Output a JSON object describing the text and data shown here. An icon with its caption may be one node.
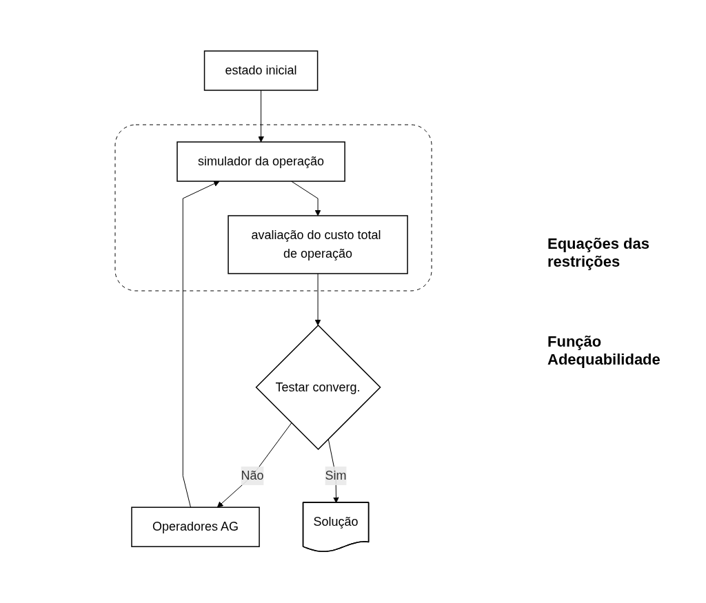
{
  "diagram": {
    "nodes": [
      {
        "text": [
          "estado inicial"
        ]
      },
      {
        "text": [],
        "shape": "box"
      },
      {
        "text": [
          "simulador da operação"
        ],
        "in": 1
      },
      {
        "text": [
          "avaliação do custo total de operação"
        ],
        "in": 1
      },
      {
        "text": [
          "Operadores AG"
        ]
      },
      {
        "text": [
          "Testar converg."
        ]
      },
      {
        "text": [
          "Solução"
        ]
      }
    ],
    "edges": [
      {
        "from": 0,
        "to": 2,
        "arrow": "to"
      },
      {
        "from": 2,
        "to": 3,
        "arrow": "to"
      },
      {
        "from": 3,
        "to": 5,
        "arrow": "to"
      },
      {
        "from": 5,
        "to": 4,
        "arrow": "to",
        "label": "Não"
      },
      {
        "from": 4,
        "to": 2,
        "arrow": "to"
      },
      {
        "from": 5,
        "to": 6,
        "arrow": "to",
        "label": "Sim"
      }
    ],
    "labels": [
      "Equações das restrições",
      "Função Adequabilidade"
    ]
  }
}
